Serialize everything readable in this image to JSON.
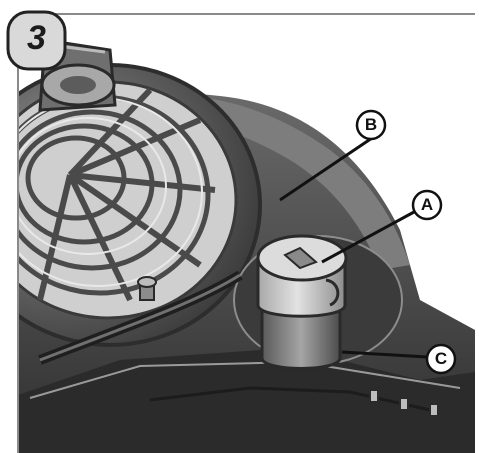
{
  "figure": {
    "step_number": "3",
    "callouts": [
      {
        "id": "A",
        "label": "A"
      },
      {
        "id": "B",
        "label": "B"
      },
      {
        "id": "C",
        "label": "C"
      }
    ]
  },
  "colors": {
    "frame_border": "#8a8a8a",
    "badge_fill": "#d9d9d9",
    "engine_dark": "#3f3f3f",
    "engine_mid": "#6b6b6b",
    "engine_light": "#bfbfbf",
    "cap_light": "#d8d8d8"
  }
}
